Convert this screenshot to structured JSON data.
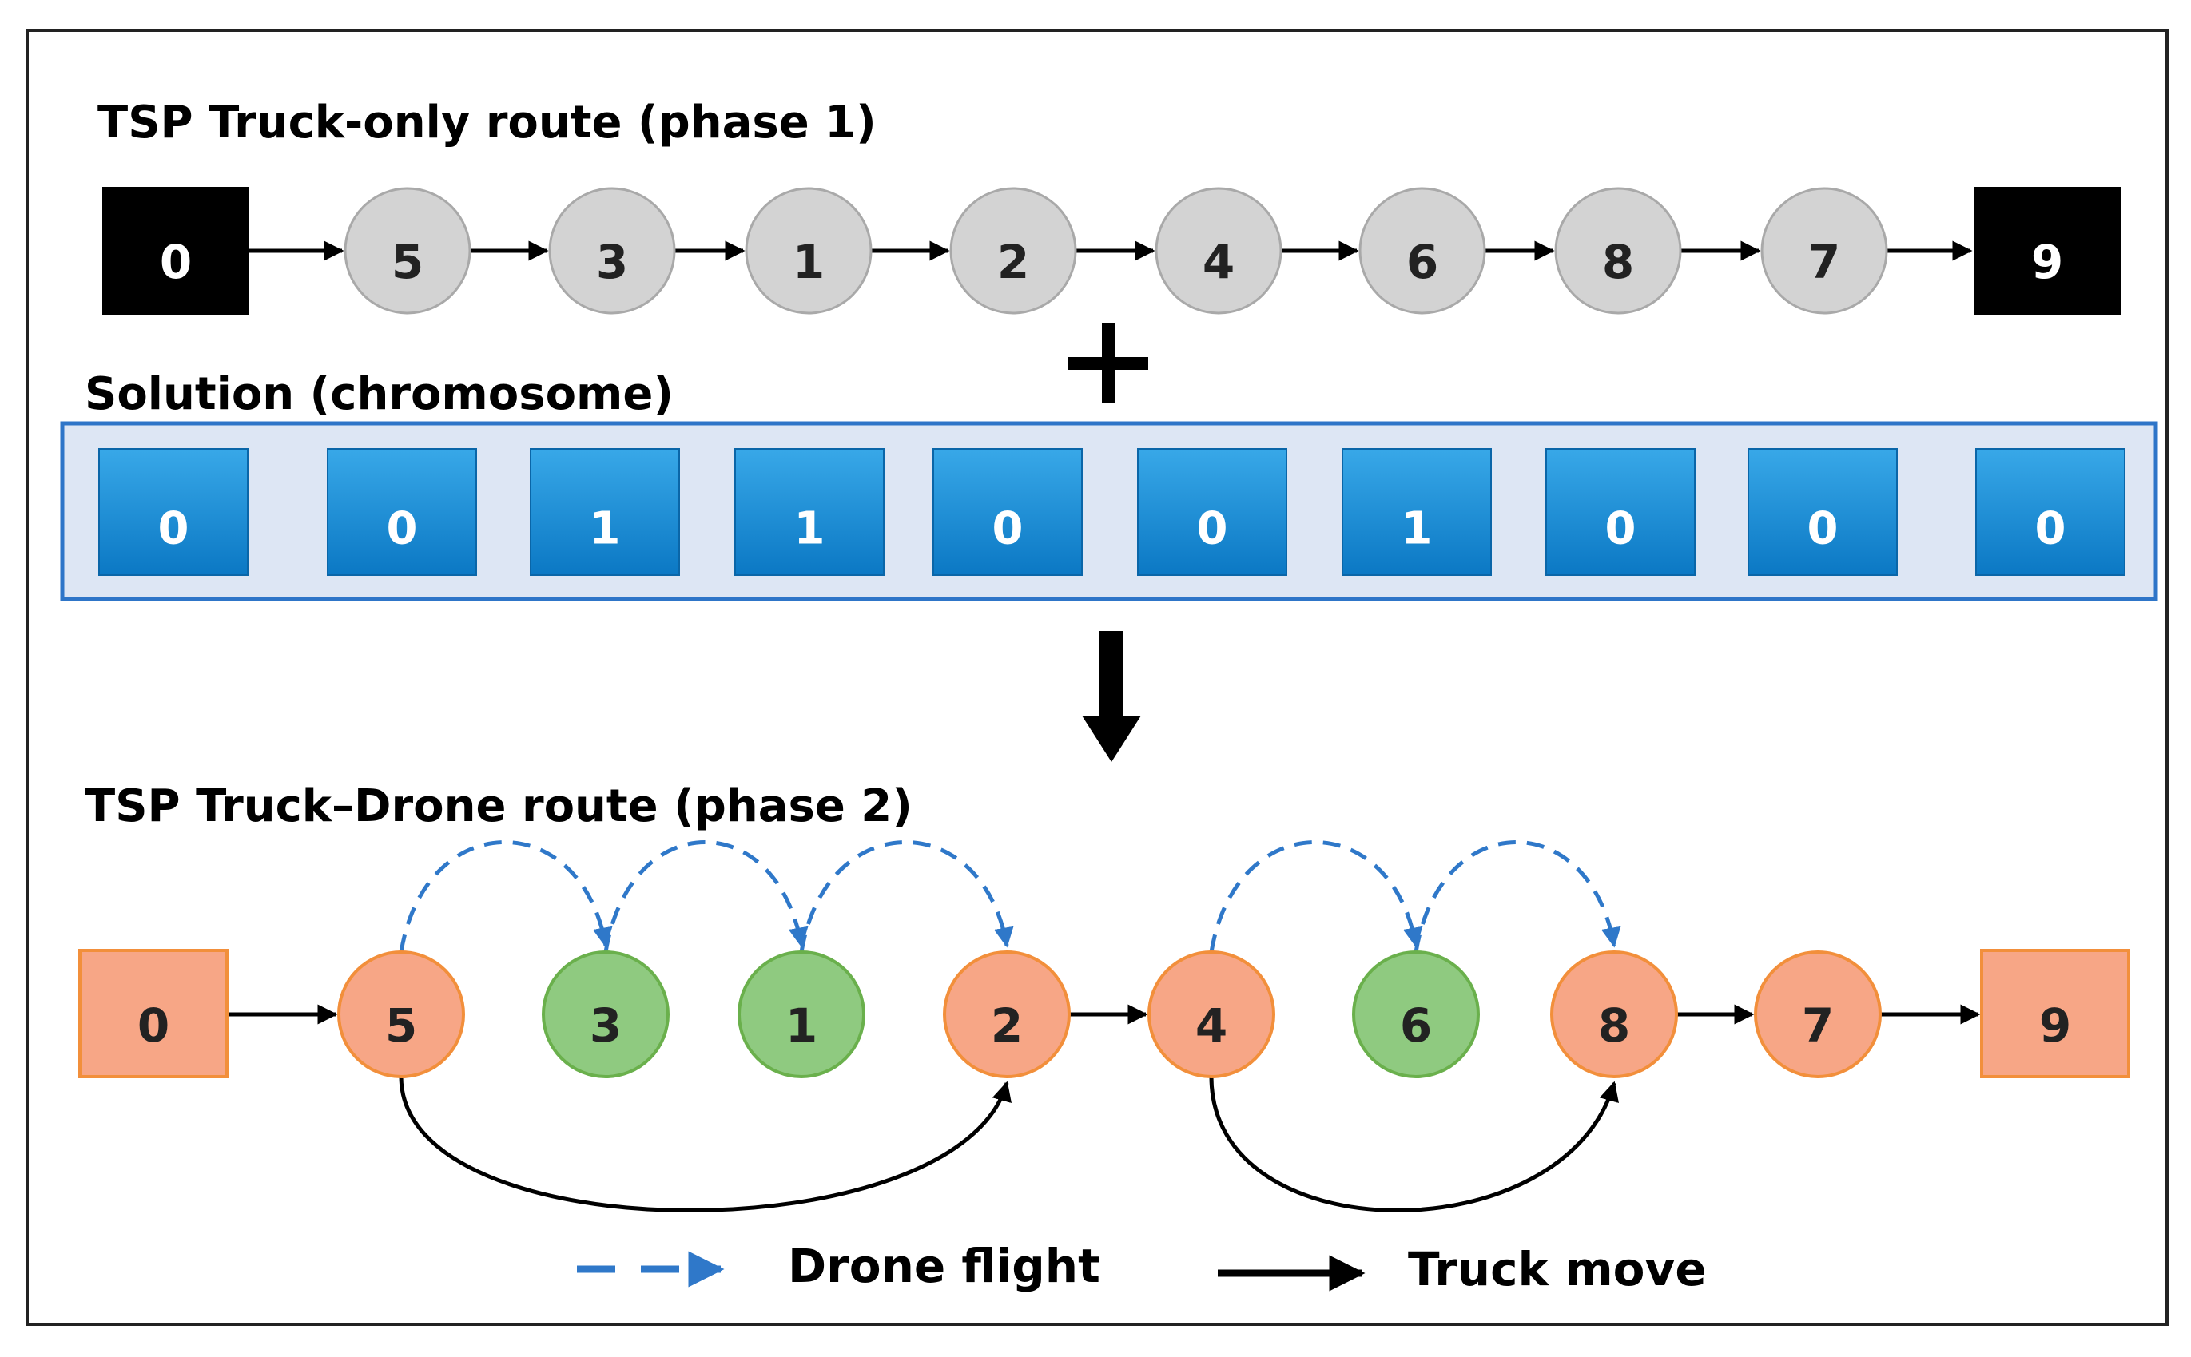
{
  "phase1": {
    "title": "TSP Truck-only route (phase 1)",
    "route": [
      "0",
      "5",
      "3",
      "1",
      "2",
      "4",
      "6",
      "8",
      "7",
      "9"
    ]
  },
  "plus_symbol": "+",
  "solution": {
    "title": "Solution (chromosome)",
    "genes": [
      "0",
      "0",
      "1",
      "1",
      "0",
      "0",
      "1",
      "0",
      "0",
      "0"
    ]
  },
  "phase2": {
    "title": "TSP Truck–Drone route (phase 2)",
    "nodes": [
      {
        "label": "0",
        "role": "depot"
      },
      {
        "label": "5",
        "role": "truck"
      },
      {
        "label": "3",
        "role": "drone"
      },
      {
        "label": "1",
        "role": "drone"
      },
      {
        "label": "2",
        "role": "truck"
      },
      {
        "label": "4",
        "role": "truck"
      },
      {
        "label": "6",
        "role": "drone"
      },
      {
        "label": "8",
        "role": "truck"
      },
      {
        "label": "7",
        "role": "truck"
      },
      {
        "label": "9",
        "role": "depot"
      }
    ],
    "truck_moves": [
      [
        "0",
        "5"
      ],
      [
        "5",
        "2"
      ],
      [
        "2",
        "4"
      ],
      [
        "4",
        "8"
      ],
      [
        "8",
        "7"
      ],
      [
        "7",
        "9"
      ]
    ],
    "drone_flights": [
      [
        "5",
        "3"
      ],
      [
        "3",
        "1"
      ],
      [
        "1",
        "2"
      ],
      [
        "4",
        "6"
      ],
      [
        "6",
        "8"
      ]
    ]
  },
  "legend": {
    "drone_label": "Drone flight",
    "truck_label": "Truck move"
  },
  "colors": {
    "depot_phase1": "#000000",
    "customer_phase1": "#d3d3d3",
    "gene_fill": "#1f8fd6",
    "chromosome_frame": "#2e75c8",
    "chromosome_bg": "#dde6f4",
    "truck_node": "#f7a686",
    "truck_node_stroke": "#f28f3b",
    "drone_node": "#8fca80",
    "drone_node_stroke": "#6ab04c",
    "drone_arrow": "#2f78c9",
    "truck_arrow": "#000000"
  }
}
